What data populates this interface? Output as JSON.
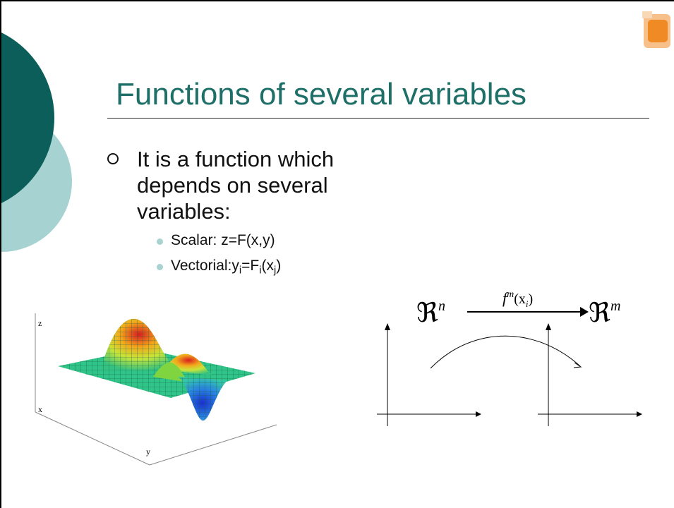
{
  "slide": {
    "title": "Functions of several variables",
    "bullet_main": "It is a function which depends on several variables:",
    "sub_bullets": [
      {
        "prefix": "Scalar: z=F(x,y)"
      },
      {
        "prefix": "Vectorial:y",
        "sub1": "i",
        "mid": "=F",
        "sub2": "i",
        "mid2": "(x",
        "sub3": "j",
        "suffix": ")"
      }
    ]
  },
  "surface_plot": {
    "axis_labels": {
      "z": "z",
      "x": "x",
      "y": "y"
    }
  },
  "mapping_diagram": {
    "domain": "ℜ",
    "domain_exp": "n",
    "function_label": "f",
    "function_exp": "m",
    "function_arg": "(x",
    "function_arg_sub": "i",
    "function_arg_close": ")",
    "codomain": "ℜ",
    "codomain_exp": "m"
  },
  "colors": {
    "title": "#1f6f69",
    "circle_dark": "#0b5e5a",
    "circle_light": "#a6d3d1",
    "logo": "#f08a24"
  }
}
